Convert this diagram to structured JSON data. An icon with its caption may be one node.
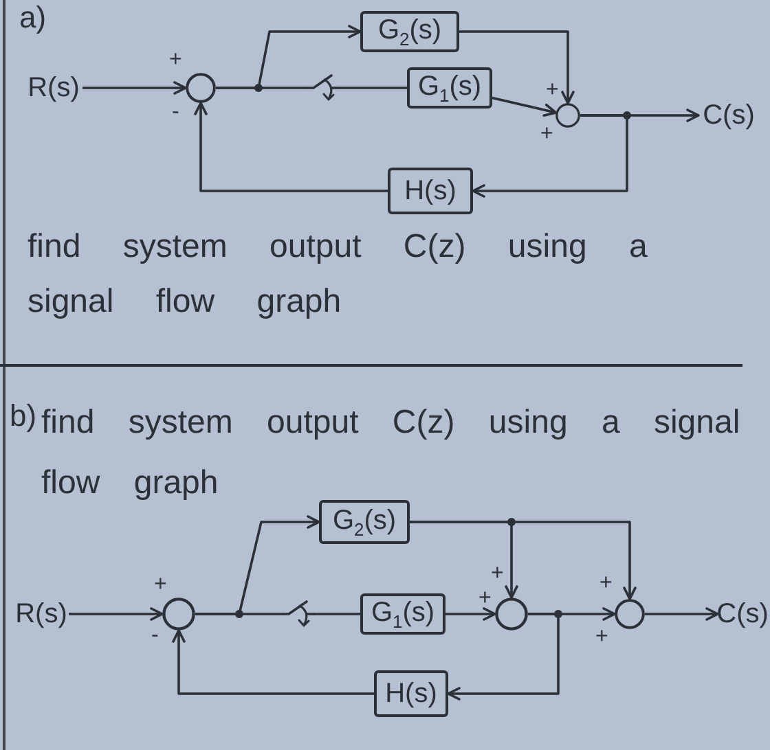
{
  "diagram": {
    "nodes": [
      {
        "text": [
          "R(s)"
        ]
      },
      {
        "text": [],
        "shape": "circle",
        "beside": [
          "+",
          "-"
        ]
      },
      {
        "text": [
          "G$_{2}$(s)"
        ]
      },
      {
        "text": [],
        "shape": "switch"
      },
      {
        "text": [
          "G$_{1}$(s)"
        ]
      },
      {
        "text": [],
        "shape": "circle",
        "beside": [
          "+",
          "+"
        ]
      },
      {
        "text": [
          "C(s)"
        ]
      },
      {
        "text": [
          "H(s)"
        ]
      },
      {
        "text": [
          "R(s)"
        ]
      },
      {
        "text": [],
        "shape": "circle",
        "beside": [
          "+",
          "-"
        ]
      },
      {
        "text": [
          "G$_{2}$(s)"
        ]
      },
      {
        "text": [],
        "shape": "switch"
      },
      {
        "text": [
          "G$_{1}$(s)"
        ]
      },
      {
        "text": [],
        "shape": "circle",
        "beside": [
          "+",
          "+"
        ]
      },
      {
        "text": [],
        "shape": "circle",
        "beside": [
          "+",
          "+"
        ]
      },
      {
        "text": [
          "C(s)"
        ]
      },
      {
        "text": [
          "H(s)"
        ]
      }
    ],
    "edges": [
      {
        "from": 0,
        "to": 1,
        "arrow": "to"
      },
      {
        "from": 1,
        "to": 2,
        "arrow": "to"
      },
      {
        "from": 1,
        "to": 3,
        "arrow": "none"
      },
      {
        "from": 3,
        "to": 4,
        "arrow": "none"
      },
      {
        "from": 4,
        "to": 5,
        "arrow": "to"
      },
      {
        "from": 2,
        "to": 5,
        "arrow": "to"
      },
      {
        "from": 5,
        "to": 6,
        "arrow": "to"
      },
      {
        "from": 5,
        "to": 7,
        "arrow": "to"
      },
      {
        "from": 7,
        "to": 1,
        "arrow": "to"
      },
      {
        "from": 8,
        "to": 9,
        "arrow": "to"
      },
      {
        "from": 9,
        "to": 10,
        "arrow": "to"
      },
      {
        "from": 9,
        "to": 11,
        "arrow": "none"
      },
      {
        "from": 11,
        "to": 12,
        "arrow": "none"
      },
      {
        "from": 12,
        "to": 13,
        "arrow": "to"
      },
      {
        "from": 10,
        "to": 13,
        "arrow": "to"
      },
      {
        "from": 10,
        "to": 14,
        "arrow": "to"
      },
      {
        "from": 13,
        "to": 14,
        "arrow": "to"
      },
      {
        "from": 13,
        "to": 16,
        "arrow": "to"
      },
      {
        "from": 14,
        "to": 15,
        "arrow": "to"
      },
      {
        "from": 16,
        "to": 9,
        "arrow": "to"
      }
    ],
    "labels": [
      "a)",
      "find system output C(z) using a signal flow graph",
      "b)",
      "find system output C(z) using a signal flow graph"
    ]
  }
}
